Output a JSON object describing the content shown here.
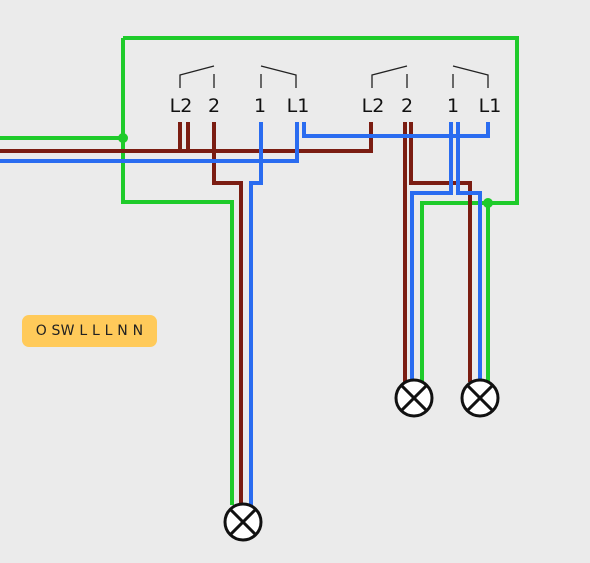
{
  "colors": {
    "background": "#ebebeb",
    "earth": "#1ecb2a",
    "live": "#7b1d12",
    "neutral": "#2a6cf0",
    "contact": "#222222",
    "lamp": "#111111",
    "badge": "#ffca5a"
  },
  "switch_a": {
    "terminals": [
      "L2",
      "2",
      "1",
      "L1"
    ]
  },
  "switch_b": {
    "terminals": [
      "L2",
      "2",
      "1",
      "L1"
    ]
  },
  "badge": {
    "label": "O SW L L L N N"
  }
}
